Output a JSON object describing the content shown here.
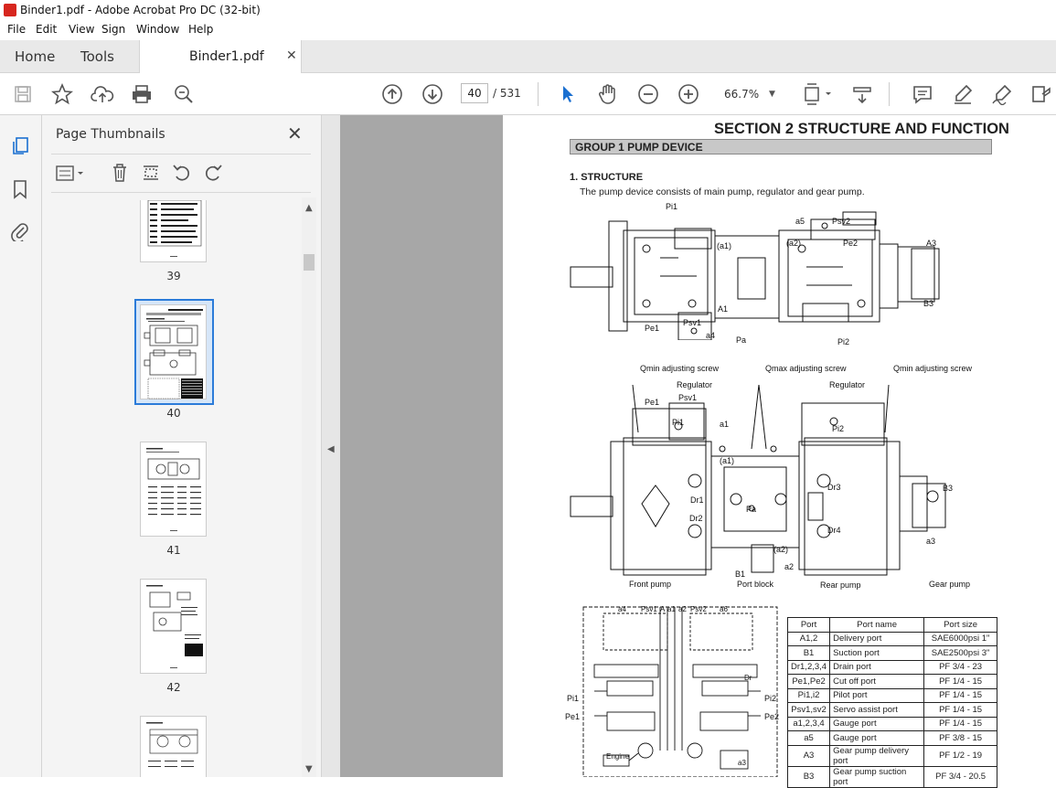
{
  "window": {
    "title": "Binder1.pdf - Adobe Acrobat Pro DC (32-bit)"
  },
  "menu": [
    "File",
    "Edit",
    "View",
    "Sign",
    "Window",
    "Help"
  ],
  "tabs": {
    "home": "Home",
    "tools": "Tools",
    "document": "Binder1.pdf"
  },
  "toolbar": {
    "current_page": "40",
    "page_total": "/ 531",
    "zoom": "66.7%"
  },
  "panel": {
    "title": "Page Thumbnails",
    "thumbnails": [
      {
        "label": "39"
      },
      {
        "label": "40"
      },
      {
        "label": "41"
      },
      {
        "label": "42"
      }
    ]
  },
  "document": {
    "section_title": "SECTION 2 STRUCTURE AND FUNCTION",
    "group_title": "GROUP 1 PUMP DEVICE",
    "heading": "1. STRUCTURE",
    "intro": "The pump device consists of main pump, regulator and gear pump.",
    "labels": {
      "pi1": "Pi1",
      "a5": "a5",
      "psv2": "Psv2",
      "a1": "(a1)",
      "a2": "(a2)",
      "pe2": "Pe2",
      "a3": "A3",
      "b3": "B3",
      "pe1": "Pe1",
      "psv1": "Psv1",
      "a1b": "A1",
      "a4": "a4",
      "p8": "Pa",
      "pi2": "Pi2",
      "qmin_left": "Qmin adjusting screw",
      "qmax": "Qmax adjusting screw",
      "qmin_right": "Qmin adjusting screw",
      "regulator_left": "Regulator",
      "regulator_right": "Regulator",
      "pe1b": "Pe1",
      "psv1b": "Psv1",
      "pi1b": "Pi1",
      "a1c": "a1",
      "a1d": "(a1)",
      "dr1": "Dr1",
      "dr2": "Dr2",
      "dr3": "Dr3",
      "dr4": "Dr4",
      "pa": "Pa",
      "pi2b": "Pi2",
      "b3b": "B3",
      "a3b": "a3",
      "a2b": "(a2)",
      "a2c": "a2",
      "b1": "B1",
      "front_pump": "Front pump",
      "port_block": "Port block",
      "rear_pump": "Rear pump",
      "gear_pump": "Gear pump",
      "engine": "Engine",
      "pi1c": "Pi1",
      "pe1c": "Pe1",
      "pi2c": "Pi2",
      "pe2c": "Pe2",
      "a3c": "a3",
      "h_a4": "a4",
      "h_psv1": "Psv1",
      "h_a": "A",
      "h_a1": "a1",
      "h_a2": "a2",
      "h_psv2": "Psv2",
      "h_a6": "a6",
      "h_dr": "Dr"
    },
    "port_table": {
      "headers": [
        "Port",
        "Port name",
        "Port size"
      ],
      "rows": [
        [
          "A1,2",
          "Delivery port",
          "SAE6000psi 1\""
        ],
        [
          "B1",
          "Suction port",
          "SAE2500psi 3\""
        ],
        [
          "Dr1,2,3,4",
          "Drain port",
          "PF 3/4 - 23"
        ],
        [
          "Pe1,Pe2",
          "Cut off port",
          "PF 1/4 - 15"
        ],
        [
          "Pi1,i2",
          "Pilot port",
          "PF 1/4 - 15"
        ],
        [
          "Psv1,sv2",
          "Servo assist port",
          "PF 1/4 - 15"
        ],
        [
          "a1,2,3,4",
          "Gauge port",
          "PF 1/4 - 15"
        ],
        [
          "a5",
          "Gauge port",
          "PF 3/8 - 15"
        ],
        [
          "A3",
          "Gear pump delivery port",
          "PF 1/2 - 19"
        ],
        [
          "B3",
          "Gear pump suction port",
          "PF 3/4 - 20.5"
        ]
      ]
    }
  }
}
